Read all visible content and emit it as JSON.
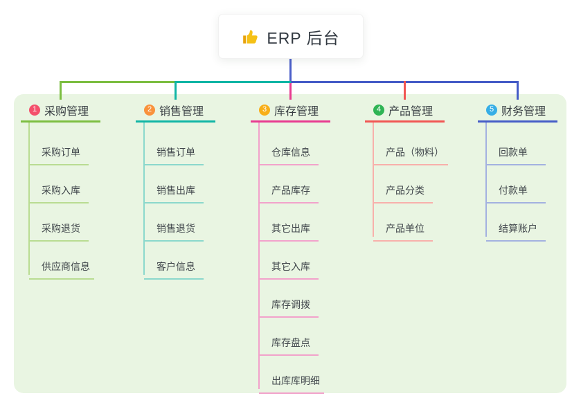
{
  "root": {
    "label": "ERP 后台",
    "icon": "thumbs-up-icon",
    "icon_color": "#f5b50f"
  },
  "panel": {
    "background": "#e9f5e2"
  },
  "connector": {
    "root_line_color": "#4a5ec9"
  },
  "branches": [
    {
      "number": "1",
      "label": "采购管理",
      "badge_color": "#f4516c",
      "line_color": "#7cbe41",
      "light_line_color": "#b9dc92",
      "children": [
        "采购订单",
        "采购入库",
        "采购退货",
        "供应商信息"
      ]
    },
    {
      "number": "2",
      "label": "销售管理",
      "badge_color": "#f9923c",
      "line_color": "#10b5a5",
      "light_line_color": "#8bd8cc",
      "children": [
        "销售订单",
        "销售出库",
        "销售退货",
        "客户信息"
      ]
    },
    {
      "number": "3",
      "label": "库存管理",
      "badge_color": "#f8ae18",
      "line_color": "#e83a90",
      "light_line_color": "#f2a2cb",
      "children": [
        "仓库信息",
        "产品库存",
        "其它出库",
        "其它入库",
        "库存调拨",
        "库存盘点",
        "出库库明细"
      ]
    },
    {
      "number": "4",
      "label": "产品管理",
      "badge_color": "#2fb454",
      "line_color": "#f15653",
      "light_line_color": "#f8b0ab",
      "children": [
        "产品（物料）",
        "产品分类",
        "产品单位"
      ]
    },
    {
      "number": "5",
      "label": "财务管理",
      "badge_color": "#36aee6",
      "line_color": "#455cc7",
      "light_line_color": "#a3b1e0",
      "children": [
        "回款单",
        "付款单",
        "结算账户"
      ]
    }
  ]
}
